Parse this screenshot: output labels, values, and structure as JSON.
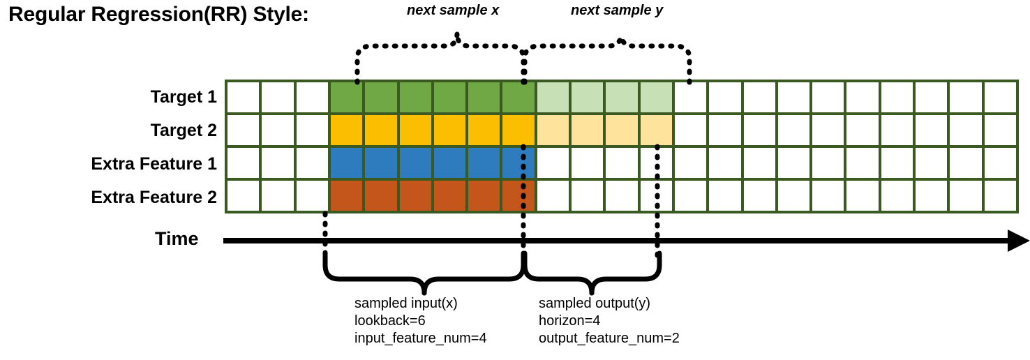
{
  "title": "Regular Regression(RR) Style:",
  "annotations": {
    "top_left": "next sample x",
    "top_right": "next sample y"
  },
  "rows": [
    {
      "label": "Target 1",
      "key": "target-1"
    },
    {
      "label": "Target 2",
      "key": "target-2"
    },
    {
      "label": "Extra Feature 1",
      "key": "extra-feature-1"
    },
    {
      "label": "Extra Feature 2",
      "key": "extra-feature-2"
    }
  ],
  "grid": {
    "columns": 23,
    "rows": 4,
    "input_start_col": 4,
    "input_end_col": 9,
    "output_start_col": 10,
    "output_end_col": 13,
    "border_color": "#3A5A22",
    "cells": [
      [
        "white",
        "white",
        "white",
        "green",
        "green",
        "green",
        "green",
        "green",
        "green",
        "green-lite",
        "green-lite",
        "green-lite",
        "green-lite",
        "white",
        "white",
        "white",
        "white",
        "white",
        "white",
        "white",
        "white",
        "white",
        "white"
      ],
      [
        "white",
        "white",
        "white",
        "yellow",
        "yellow",
        "yellow",
        "yellow",
        "yellow",
        "yellow",
        "yellow-lite",
        "yellow-lite",
        "yellow-lite",
        "yellow-lite",
        "white",
        "white",
        "white",
        "white",
        "white",
        "white",
        "white",
        "white",
        "white",
        "white"
      ],
      [
        "white",
        "white",
        "white",
        "blue",
        "blue",
        "blue",
        "blue",
        "blue",
        "blue",
        "white",
        "white",
        "white",
        "white",
        "white",
        "white",
        "white",
        "white",
        "white",
        "white",
        "white",
        "white",
        "white",
        "white"
      ],
      [
        "white",
        "white",
        "white",
        "orange",
        "orange",
        "orange",
        "orange",
        "orange",
        "orange",
        "white",
        "white",
        "white",
        "white",
        "white",
        "white",
        "white",
        "white",
        "white",
        "white",
        "white",
        "white",
        "white",
        "white"
      ]
    ]
  },
  "time_axis": {
    "label": "Time"
  },
  "captions": {
    "left": {
      "line1": "sampled input(x)",
      "line2": "lookback=6",
      "line3": "input_feature_num=4"
    },
    "right": {
      "line1": "sampled output(y)",
      "line2": "horizon=4",
      "line3": "output_feature_num=2"
    }
  },
  "colors": {
    "green": "#70A845",
    "green_light": "#C7E0B5",
    "yellow": "#FCBE01",
    "yellow_light": "#FDE39B",
    "blue": "#2E7CBE",
    "orange": "#C4551B",
    "grid_border": "#3A5A22",
    "line": "#000000"
  }
}
